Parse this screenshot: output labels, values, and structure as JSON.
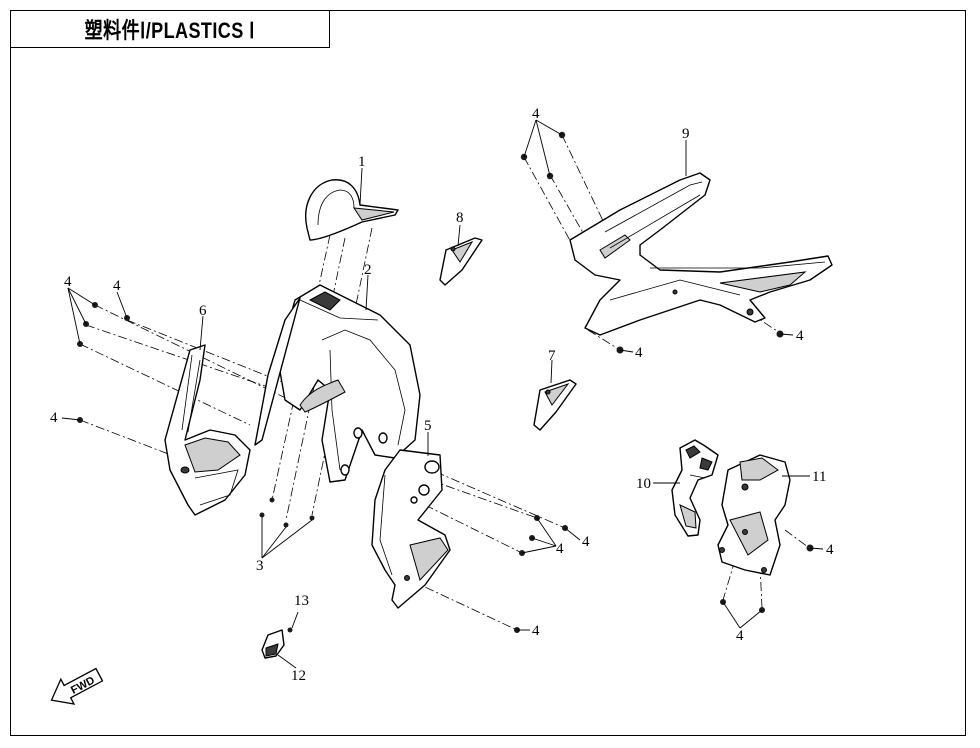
{
  "title": "塑料件Ⅰ/PLASTICS Ⅰ",
  "fwd_label": "FWD",
  "callouts": {
    "c1": "1",
    "c2": "2",
    "c3": "3",
    "c5": "5",
    "c6": "6",
    "c7": "7",
    "c8": "8",
    "c9": "9",
    "c10": "10",
    "c11": "11",
    "c12": "12",
    "c13": "13",
    "c4": "4"
  }
}
